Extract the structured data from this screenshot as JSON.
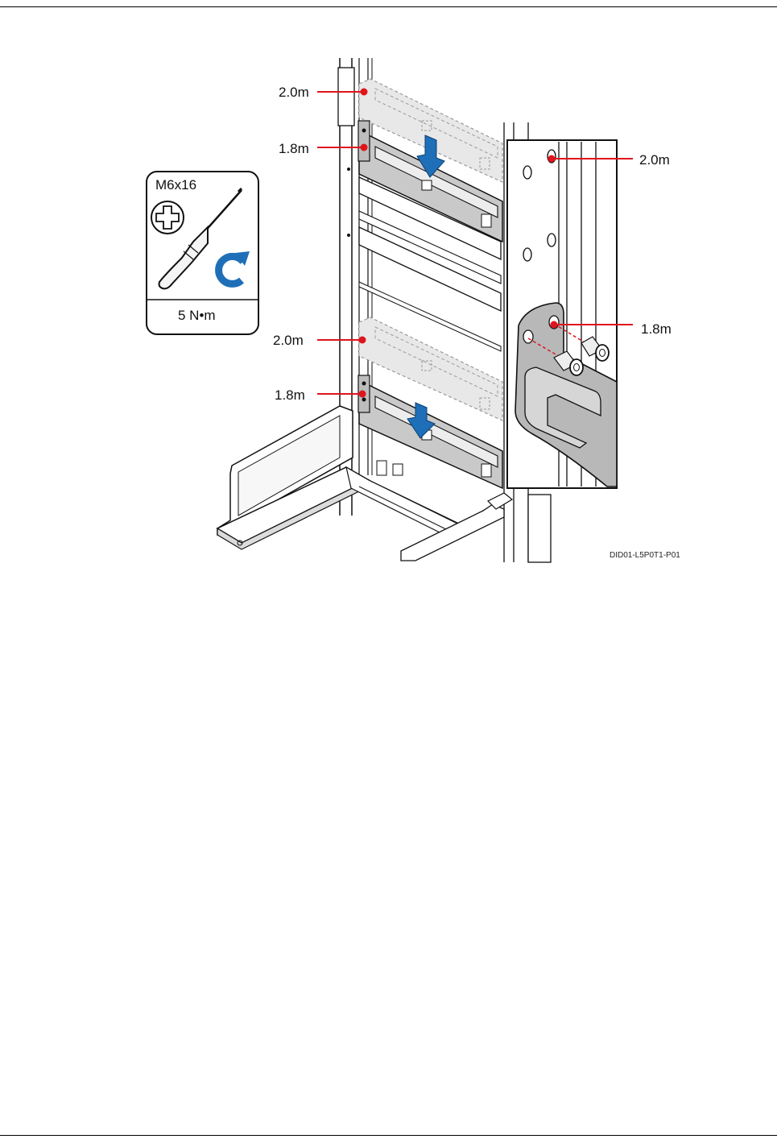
{
  "tool_box": {
    "screw_spec": "M6x16",
    "torque": "5 N•m",
    "icons": [
      "phillips-head-icon",
      "screwdriver-icon",
      "clockwise-rotation-icon"
    ]
  },
  "callouts": {
    "upper_rail_2_0": "2.0m",
    "upper_rail_1_8": "1.8m",
    "lower_rail_2_0": "2.0m",
    "lower_rail_1_8": "1.8m",
    "detail_2_0": "2.0m",
    "detail_1_8": "1.8m"
  },
  "figure_code": "DID01-L5P0T1-P01",
  "colors": {
    "callout_red": "#e0141c",
    "arrow_blue": "#1f6fb8",
    "rail_gray": "#c9c9c9",
    "ghost_rail": "#e8e8e8"
  }
}
